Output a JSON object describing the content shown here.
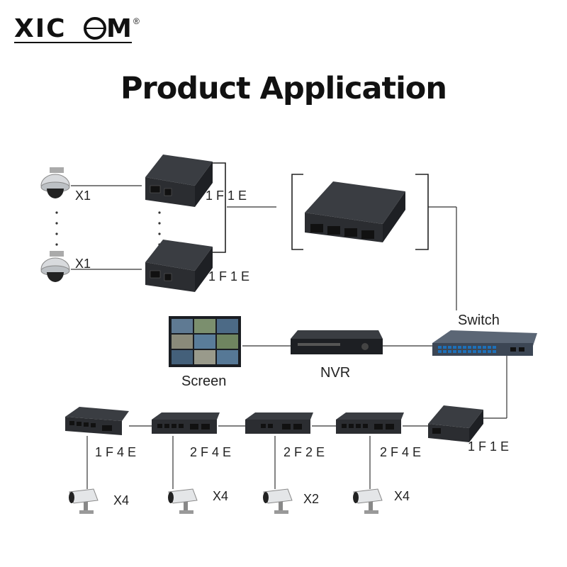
{
  "logo": {
    "text": "XICOM",
    "registered": "®"
  },
  "title": "Product Application",
  "labels": {
    "top_cam_qty": "X1",
    "bottom_cam_qty": "X1",
    "conv_top": "1 F 1 E",
    "conv_bottom": "1 F 1 E",
    "switch": "Switch",
    "screen": "Screen",
    "nvr": "NVR",
    "sw_1f4e": "1 F 4 E",
    "sw_2f4e_a": "2 F 4 E",
    "sw_2f2e": "2 F 2 E",
    "sw_2f4e_b": "2 F 4 E",
    "conv_right": "1 F 1 E",
    "cam_x4_a": "X4",
    "cam_x4_b": "X4",
    "cam_x2": "X2",
    "cam_x4_c": "X4"
  },
  "colors": {
    "device": "#2b2d31",
    "device_top": "#3a3d42",
    "switch_body": "#3c4654",
    "ports": "#1d6fb8",
    "line": "#333333"
  }
}
